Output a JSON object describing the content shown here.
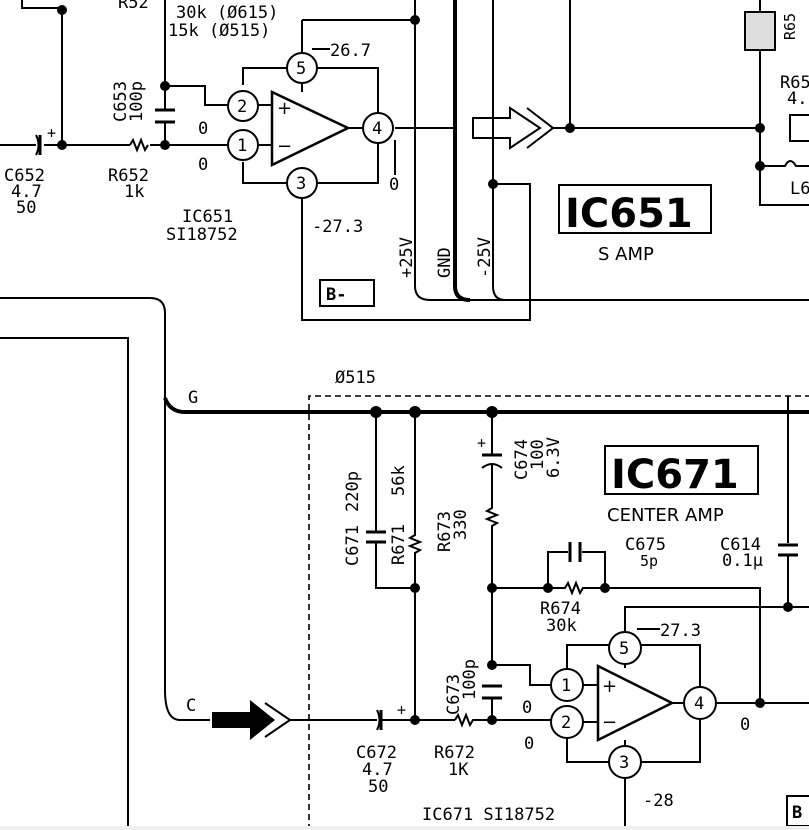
{
  "top_labels": {
    "r_value_1": "30k (Ø615)",
    "r_value_2": "15k (Ø515)",
    "partial_top": "R52"
  },
  "ic651": {
    "name": "IC651",
    "part": "SI18752",
    "title": "S AMP",
    "pins": [
      "1",
      "2",
      "3",
      "4",
      "5"
    ],
    "v_pin5": "26.7",
    "v_pin3": "-27.3",
    "v_pin1": "0",
    "v_pin2": "0",
    "v_pin4": "0",
    "plus": "+",
    "minus": "−"
  },
  "c652": {
    "name": "C652",
    "v1": "4.7",
    "v2": "50"
  },
  "r652": {
    "name": "R652",
    "value": "1k"
  },
  "c653": {
    "name": "C653",
    "value": "100p"
  },
  "rails": {
    "pos": "+25V",
    "gnd": "GND",
    "neg": "-25V"
  },
  "b_minus": "B-",
  "right_parts": {
    "r65x_top": "R65",
    "r65x_mid": "R65",
    "r65x_val": "4.",
    "l6x": "L6"
  },
  "net_g": "G",
  "net_c": "C",
  "region": "Ø515",
  "c671": {
    "name": "C671",
    "value": "220p"
  },
  "r671": {
    "name": "R671",
    "value": "56k"
  },
  "r673": {
    "name": "R673",
    "value": "330"
  },
  "c674": {
    "name": "C674",
    "v1": "100",
    "v2": "6.3V"
  },
  "ic671": {
    "name": "IC671",
    "part": "IC671 SI18752",
    "title": "CENTER AMP",
    "pins": [
      "1",
      "2",
      "3",
      "4",
      "5"
    ],
    "v_pin5": "27.3",
    "v_pin3": "-28",
    "v_pin1": "0",
    "v_pin2": "0",
    "v_pin4": "0",
    "plus": "+",
    "minus": "−"
  },
  "c675": {
    "name": "C675",
    "value": "5p"
  },
  "c614": {
    "name": "C614",
    "value": "0.1μ"
  },
  "r674": {
    "name": "R674",
    "value": "30k"
  },
  "c673": {
    "name": "C673",
    "value": "100p"
  },
  "c672": {
    "name": "C672",
    "v1": "4.7",
    "v2": "50"
  },
  "r672": {
    "name": "R672",
    "value": "1K"
  },
  "corner_label": "B"
}
